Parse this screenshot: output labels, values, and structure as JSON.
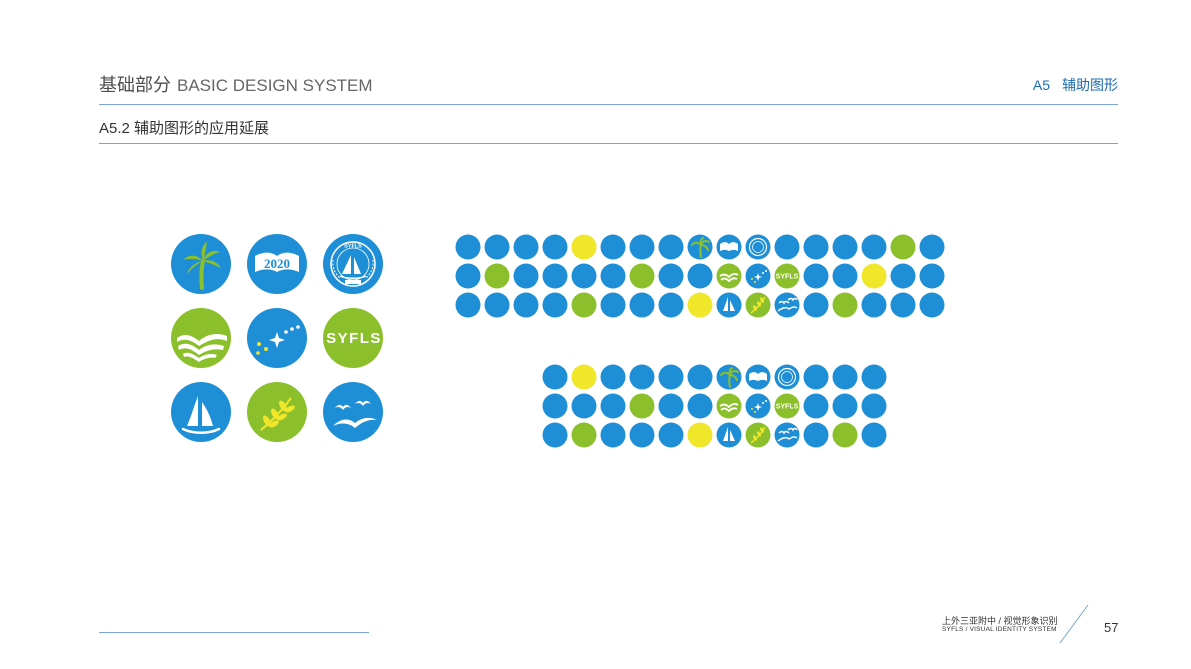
{
  "header": {
    "title_cn": "基础部分",
    "title_en": "BASIC DESIGN SYSTEM",
    "section_num": "A5",
    "section_name": "辅助图形"
  },
  "subheader": {
    "title": "A5.2 辅助图形的应用延展"
  },
  "icons": {
    "badge_year": "2020",
    "badge_ring": "SYFLS",
    "wordmark": "SYFLS"
  },
  "footer": {
    "cn": "上外三亚附中 / 视觉形象识别",
    "en": "SYFLS / VISUAL IDENTITY SYSTEM",
    "page": "57"
  },
  "colors": {
    "blue": "#1e8fd6",
    "green": "#8cbf2c",
    "yellow": "#f0e62a",
    "rule": "#7aa7cf",
    "accent_text": "#1a6db3"
  },
  "patterns": {
    "legend": "B = blue dot, G = green dot, Y = yellow dot, other codes = icon glyph dots",
    "wide": [
      [
        "B",
        "B",
        "B",
        "B",
        "Y",
        "B",
        "B",
        "B",
        "palm",
        "book",
        "seal",
        "B",
        "B",
        "B",
        "B",
        "G",
        "B"
      ],
      [
        "B",
        "G",
        "B",
        "B",
        "B",
        "B",
        "G",
        "B",
        "B",
        "waves",
        "stars",
        "word",
        "B",
        "B",
        "Y",
        "B",
        "B"
      ],
      [
        "B",
        "B",
        "B",
        "B",
        "G",
        "B",
        "B",
        "B",
        "Y",
        "sail",
        "leaf",
        "birds",
        "B",
        "G",
        "B",
        "B",
        "B"
      ]
    ],
    "narrow": [
      [
        "B",
        "Y",
        "B",
        "B",
        "B",
        "B",
        "palm",
        "book",
        "seal",
        "B",
        "B",
        "B"
      ],
      [
        "B",
        "B",
        "B",
        "G",
        "B",
        "B",
        "waves",
        "stars",
        "word",
        "B",
        "B",
        "B"
      ],
      [
        "B",
        "G",
        "B",
        "B",
        "B",
        "Y",
        "sail",
        "leaf",
        "birds",
        "B",
        "G",
        "B"
      ]
    ]
  }
}
